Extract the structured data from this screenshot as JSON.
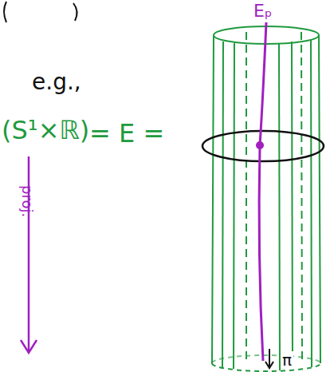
{
  "diagram": {
    "labels": [
      "e.g.,",
      "(S¹×ℝ)",
      "= E =",
      "proj.",
      "Eₚ",
      "π"
    ]
  }
}
